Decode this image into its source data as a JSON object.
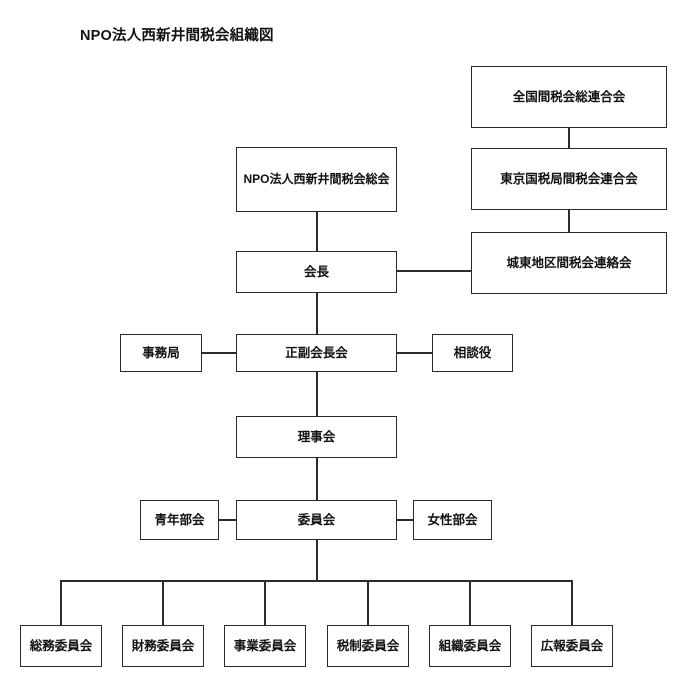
{
  "chart_data": {
    "type": "diagram",
    "diagram_kind": "organization-chart",
    "title": "NPO法人西新井間税会組織図",
    "language": "ja",
    "nodes": [
      {
        "id": "national",
        "label": "全国間税会総連合会",
        "column": "right",
        "level": 1
      },
      {
        "id": "tokyo",
        "label": "東京国税局間税会連合会",
        "column": "right",
        "level": 2
      },
      {
        "id": "joto",
        "label": "城東地区間税会連絡会",
        "column": "right",
        "level": 3
      },
      {
        "id": "soukai",
        "label": "NPO法人西新井間税会総会",
        "column": "center",
        "level": 2
      },
      {
        "id": "kaicho",
        "label": "会長",
        "column": "center",
        "level": 3
      },
      {
        "id": "jimukyoku",
        "label": "事務局",
        "column": "left",
        "level": 4
      },
      {
        "id": "seifuku",
        "label": "正副会長会",
        "column": "center",
        "level": 4
      },
      {
        "id": "sodanyaku",
        "label": "相談役",
        "column": "right",
        "level": 4
      },
      {
        "id": "rijikai",
        "label": "理事会",
        "column": "center",
        "level": 5
      },
      {
        "id": "seinenbukai",
        "label": "青年部会",
        "column": "left",
        "level": 6
      },
      {
        "id": "iinkai",
        "label": "委員会",
        "column": "center",
        "level": 6
      },
      {
        "id": "joseibukai",
        "label": "女性部会",
        "column": "right",
        "level": 6
      },
      {
        "id": "soumu",
        "label": "総務委員会",
        "column": "b1",
        "level": 7
      },
      {
        "id": "zaimu",
        "label": "財務委員会",
        "column": "b2",
        "level": 7
      },
      {
        "id": "jigyo",
        "label": "事業委員会",
        "column": "b3",
        "level": 7
      },
      {
        "id": "zeisei",
        "label": "税制委員会",
        "column": "b4",
        "level": 7
      },
      {
        "id": "soshiki",
        "label": "組織委員会",
        "column": "b5",
        "level": 7
      },
      {
        "id": "kouhou",
        "label": "広報委員会",
        "column": "b6",
        "level": 7
      }
    ],
    "edges": [
      {
        "from": "national",
        "to": "tokyo",
        "style": "vertical"
      },
      {
        "from": "tokyo",
        "to": "joto",
        "style": "vertical"
      },
      {
        "from": "joto",
        "to": "kaicho",
        "style": "horizontal"
      },
      {
        "from": "soukai",
        "to": "kaicho",
        "style": "vertical"
      },
      {
        "from": "kaicho",
        "to": "seifuku",
        "style": "vertical"
      },
      {
        "from": "jimukyoku",
        "to": "seifuku",
        "style": "horizontal"
      },
      {
        "from": "seifuku",
        "to": "sodanyaku",
        "style": "horizontal"
      },
      {
        "from": "seifuku",
        "to": "rijikai",
        "style": "vertical"
      },
      {
        "from": "rijikai",
        "to": "iinkai",
        "style": "vertical"
      },
      {
        "from": "seinenbukai",
        "to": "iinkai",
        "style": "horizontal"
      },
      {
        "from": "iinkai",
        "to": "joseibukai",
        "style": "horizontal"
      },
      {
        "from": "iinkai",
        "to": "soumu",
        "style": "bus"
      },
      {
        "from": "iinkai",
        "to": "zaimu",
        "style": "bus"
      },
      {
        "from": "iinkai",
        "to": "jigyo",
        "style": "bus"
      },
      {
        "from": "iinkai",
        "to": "zeisei",
        "style": "bus"
      },
      {
        "from": "iinkai",
        "to": "soshiki",
        "style": "bus"
      },
      {
        "from": "iinkai",
        "to": "kouhou",
        "style": "bus"
      }
    ],
    "colors": {
      "background": "#ffffff",
      "box_border": "#2b2b2b",
      "box_fill": "#ffffff",
      "text": "#111111",
      "connector": "#2b2b2b"
    }
  },
  "labels": {
    "title": "NPO法人西新井間税会組織図",
    "national": "全国間税会総連合会",
    "tokyo": "東京国税局間税会連合会",
    "joto": "城東地区間税会連絡会",
    "soukai": "NPO法人西新井間税会総会",
    "kaicho": "会長",
    "jimukyoku": "事務局",
    "seifuku": "正副会長会",
    "sodanyaku": "相談役",
    "rijikai": "理事会",
    "seinenbukai": "青年部会",
    "iinkai": "委員会",
    "joseibukai": "女性部会",
    "soumu": "総務委員会",
    "zaimu": "財務委員会",
    "jigyo": "事業委員会",
    "zeisei": "税制委員会",
    "soshiki": "組織委員会",
    "kouhou": "広報委員会"
  }
}
